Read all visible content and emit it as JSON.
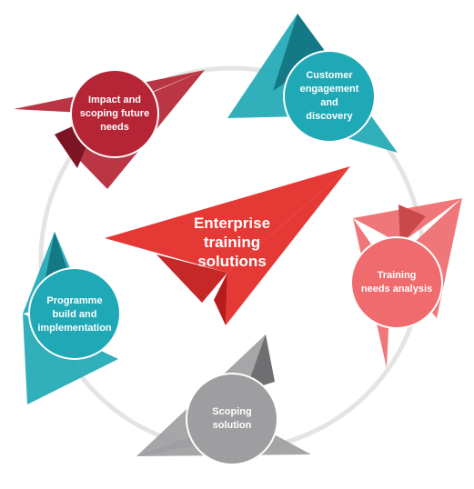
{
  "center": {
    "label": "Enterprise\ntraining\nsolutions",
    "color": "#e53935"
  },
  "ring_color": "#e4e4e4",
  "stages": [
    {
      "id": "impact",
      "label": "Impact and\nscoping future\nneeds",
      "color": "#b52535",
      "dark": "#7d1423"
    },
    {
      "id": "customer",
      "label": "Customer\nengagement\nand\ndiscovery",
      "color": "#1fa8b5",
      "dark": "#137984"
    },
    {
      "id": "training-needs",
      "label": "Training\nneeds analysis",
      "color": "#ef6b6e",
      "dark": "#c9484c"
    },
    {
      "id": "scoping",
      "label": "Scoping\nsolution",
      "color": "#9e9ea1",
      "dark": "#6f6f72"
    },
    {
      "id": "programme",
      "label": "Programme\nbuild and\nimplementation",
      "color": "#1fa8b5",
      "dark": "#137984"
    }
  ]
}
